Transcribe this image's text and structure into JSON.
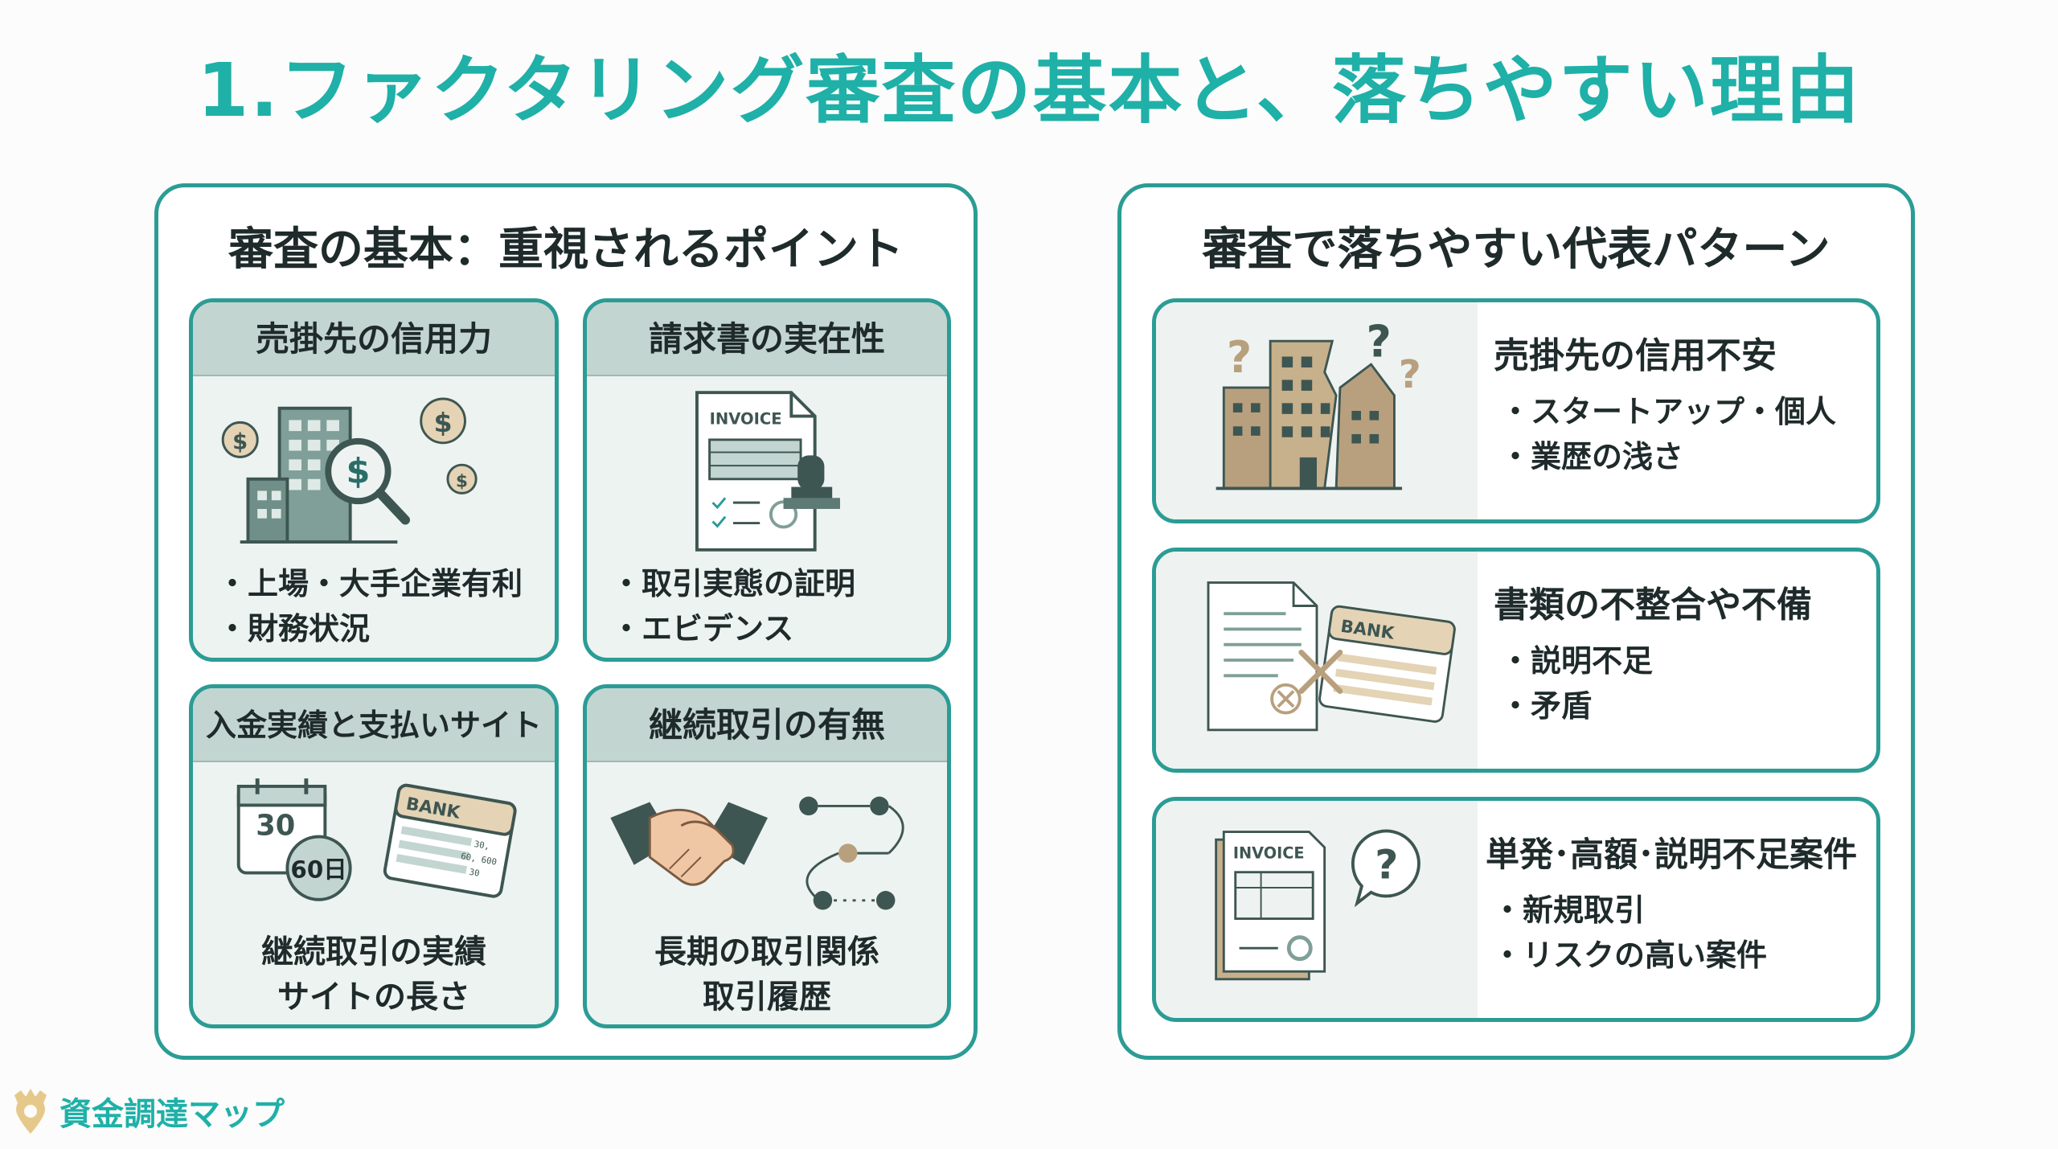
{
  "title": "1.ファクタリング審査の基本と、落ちやすい理由",
  "left_panel": {
    "title": "審査の基本：重視されるポイント",
    "cards": [
      {
        "heading": "売掛先の信用力",
        "items": [
          "上場・大手企業有利",
          "財務状況"
        ],
        "icon": "building-magnifier-icon"
      },
      {
        "heading": "請求書の実在性",
        "items": [
          "取引実態の証明",
          "エビデンス"
        ],
        "icon": "invoice-stamp-icon",
        "invoice_label": "INVOICE"
      },
      {
        "heading": "入金実績と支払いサイト",
        "lines": [
          "継続取引の実績",
          "サイトの長さ"
        ],
        "icon": "calendar-bank-icon",
        "calendar_day": "30",
        "badge": "60日",
        "bank_label": "BANK",
        "bank_nums": [
          "30,",
          "60, 600",
          "30"
        ]
      },
      {
        "heading": "継続取引の有無",
        "lines": [
          "長期の取引関係",
          "取引履歴"
        ],
        "icon": "handshake-flow-icon"
      }
    ]
  },
  "right_panel": {
    "title": "審査で落ちやすい代表パターン",
    "cards": [
      {
        "heading": "売掛先の信用不安",
        "items": [
          "スタートアップ・個人",
          "業歴の浅さ"
        ],
        "icon": "crumbling-building-icon"
      },
      {
        "heading": "書類の不整合や不備",
        "items": [
          "説明不足",
          "矛盾"
        ],
        "icon": "document-bank-mismatch-icon",
        "bank_label": "BANK"
      },
      {
        "heading": "単発･高額･説明不足案件",
        "items": [
          "新規取引",
          "リスクの高い案件"
        ],
        "icon": "invoice-question-icon",
        "invoice_label": "INVOICE"
      }
    ]
  },
  "logo": {
    "text": "資金調達マップ"
  },
  "colors": {
    "accent": "#1fb0a8",
    "border": "#2b9c95",
    "card_head": "#c3d5d0",
    "card_bg": "#edf3f1"
  }
}
